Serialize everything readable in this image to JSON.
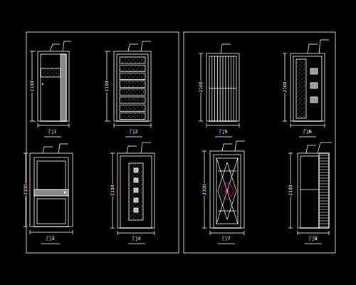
{
  "diagram": {
    "labels": [
      "门1",
      "门2",
      "门3",
      "门4",
      "门5",
      "门6",
      "门7",
      "门8",
      "2100",
      "2100",
      "2100",
      "2100",
      "2100",
      "2100",
      "2100",
      "2100"
    ]
  }
}
